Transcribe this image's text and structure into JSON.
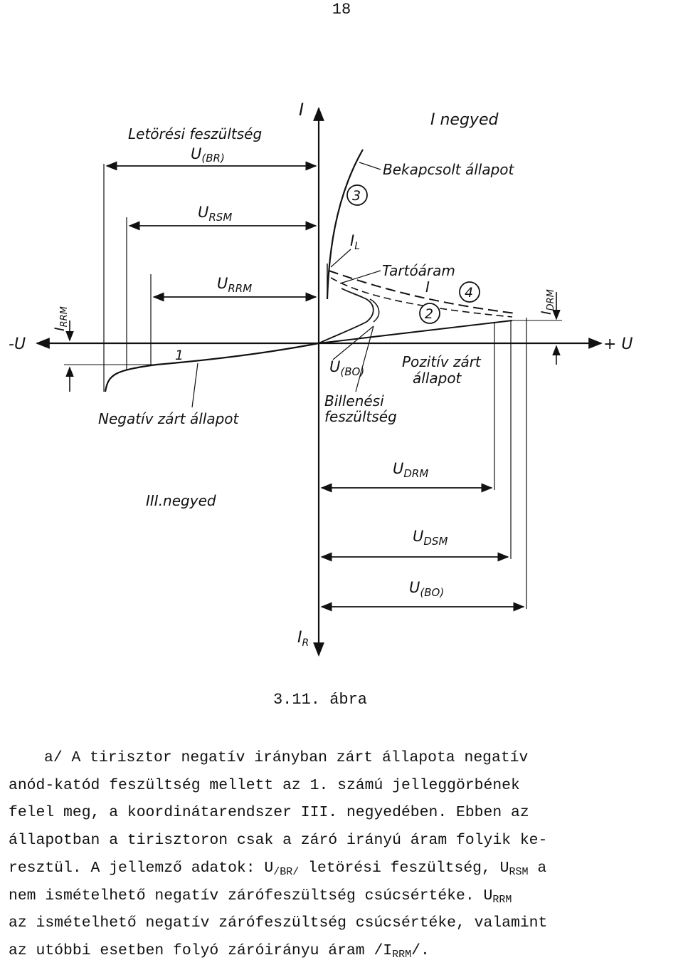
{
  "page_number": "18",
  "figure": {
    "labels": {
      "axis_i": "I",
      "axis_ir": "I",
      "axis_ir_sub": "R",
      "axis_minus_u": "-U",
      "axis_plus_u": "+ U",
      "quadrant_1": "I negyed",
      "quadrant_3": "III.negyed",
      "breakdown_title": "Letörési feszültség",
      "u_br": "U",
      "u_br_sub": "(BR)",
      "u_rsm": "U",
      "u_rsm_sub": "RSM",
      "u_rrm": "U",
      "u_rrm_sub": "RRM",
      "i_rrm": "I",
      "i_rrm_sub": "RRM",
      "i_drm": "I",
      "i_drm_sub": "DRM",
      "on_state": "Bekapcsolt állapot",
      "latching": "I",
      "latching_sub": "L",
      "holding": "Tartóáram",
      "holding_i": "I",
      "u_bo": "U",
      "u_bo_sub": "(BO)",
      "positive_off_1": "Pozitív zárt",
      "positive_off_2": "állapot",
      "breakover_1": "Billenési",
      "breakover_2": "feszültség",
      "negative_off": "Negatív zárt állapot",
      "curve_1": "1",
      "curve_2": "2",
      "curve_3": "3",
      "curve_4": "4",
      "u_drm": "U",
      "u_drm_sub": "DRM",
      "u_dsm": "U",
      "u_dsm_sub": "DSM",
      "u_bo2": "U",
      "u_bo2_sub": "(BO)"
    }
  },
  "caption": "3.11. ábra",
  "paragraph": {
    "line1": "a/ A tirisztor negatív irányban zárt állapota negatív",
    "line2": "anód-katód feszültség mellett az 1. számú jelleggörbének",
    "line3": "felel meg, a koordinátarendszer III. negyedében. Ebben az",
    "line4": "állapotban a tirisztoron csak a záró irányú áram folyik ke-",
    "line5a": "resztül. A jellemző adatok: U",
    "line5_sub1": "/BR/",
    "line5b": " letörési feszültség, U",
    "line5_sub2": "RSM",
    "line5c": " a",
    "line6a": "nem ismételhető negatív zárófeszültség csúcsértéke. U",
    "line6_sub": "RRM",
    "line7": "az ismételhető negatív zárófeszültség csúcsértéke, valamint",
    "line8a": "az utóbbi esetben folyó záróirányu áram /I",
    "line8_sub": "RRM",
    "line8b": "/."
  }
}
